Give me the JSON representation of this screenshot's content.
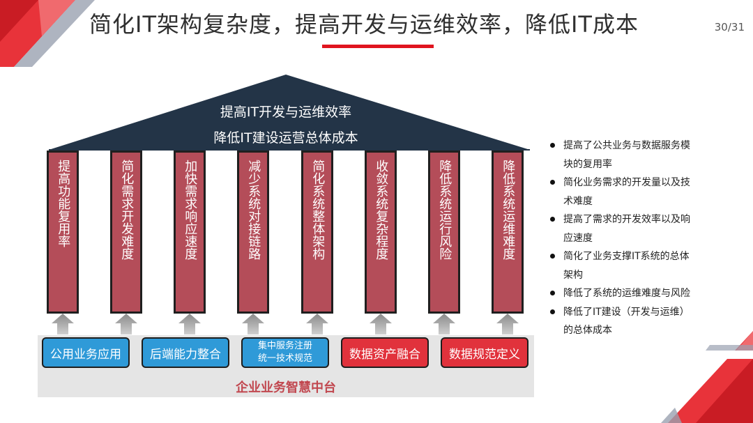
{
  "slide": {
    "title": "简化IT架构复杂度，提高开发与运维效率，降低IT成本",
    "page_number": "30/31",
    "accent_color": "#e0141e"
  },
  "roof": {
    "line1": "提高IT开发与运维效率",
    "line2": "降低IT建设运营总体成本",
    "color": "#233447"
  },
  "pillars": [
    "提高功能复用率",
    "简化需求开发难度",
    "加快需求响应速度",
    "减少系统对接链路",
    "简化系统整体架构",
    "收敛系统复杂程度",
    "降低系统运行风险",
    "降低系统运维难度"
  ],
  "pillar_color": "#b44d59",
  "modules": [
    {
      "label": "公用业务应用",
      "type": "blue"
    },
    {
      "label": "后端能力整合",
      "type": "blue"
    },
    {
      "label_line1": "集中服务注册",
      "label_line2": "统一技术规范",
      "type": "blue"
    },
    {
      "label": "数据资产融合",
      "type": "red"
    },
    {
      "label": "数据规范定义",
      "type": "red"
    }
  ],
  "platform_label": "企业业务智慧中台",
  "bullets": [
    {
      "line1": "提高了公共业务与数据服务模",
      "line2": "块的复用率"
    },
    {
      "line1": "简化业务需求的开发量以及技",
      "line2": "术难度"
    },
    {
      "line1": "提高了需求的开发效率以及响",
      "line2": "应速度"
    },
    {
      "line1": "简化了业务支撑IT系统的总体",
      "line2": "架构"
    },
    {
      "line1": "降低了系统的运维难度与风险"
    },
    {
      "line1": "降低了IT建设（开发与运维）",
      "line2": "的总体成本"
    }
  ]
}
